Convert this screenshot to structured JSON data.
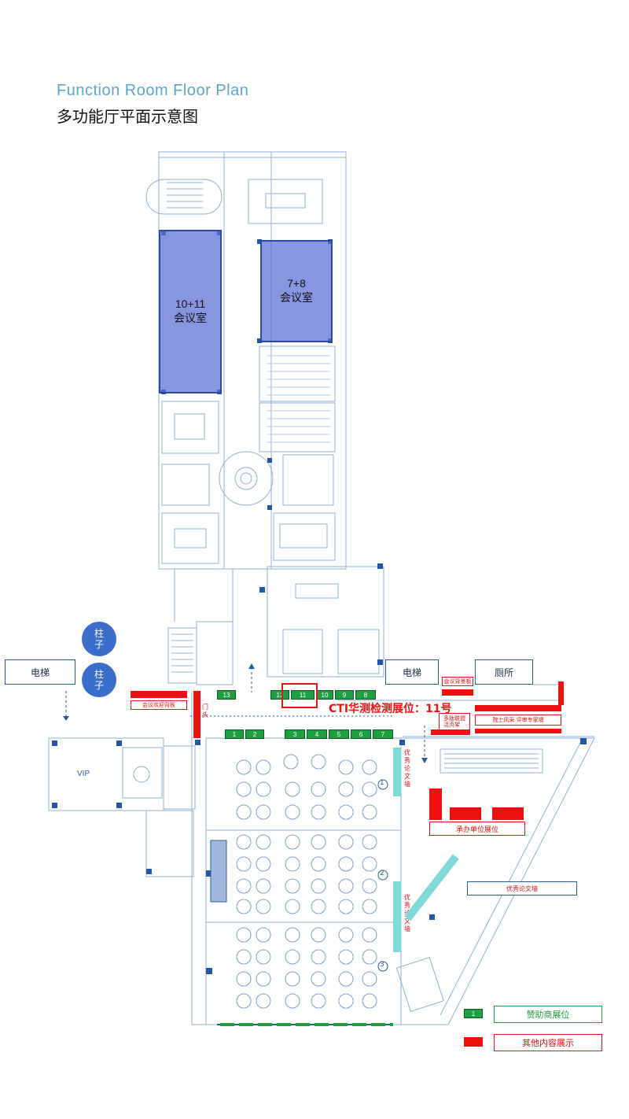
{
  "header": {
    "title_en": "Function Room Floor Plan",
    "title_cn": "多功能厅平面示意图"
  },
  "rooms": {
    "room_10_11": {
      "number": "10+11",
      "name": "会议室"
    },
    "room_7_8": {
      "number": "7+8",
      "name": "会议室"
    },
    "vip": "VIP"
  },
  "labels": {
    "elevator_left": "电梯",
    "elevator_right": "电梯",
    "restroom": "厕所",
    "pillar_1": "柱\n子",
    "pillar_2": "柱\n子",
    "door": "门头",
    "welcome_board": "会议欢迎背板",
    "top_small_sign": "会议背景板",
    "small_sign_2": "多肽联盟\n活页架",
    "expert_wall": "院士风采 评审专家墙",
    "organizer_booth": "承办单位展位",
    "papers_wall_1": "优秀论文墙",
    "papers_wall_2": "优秀论文墙",
    "papers_wall_h": "优秀论文墙",
    "hall_1": "1",
    "hall_2": "2",
    "hall_3": "3"
  },
  "booths": {
    "upper_row": [
      "13",
      "12",
      "11",
      "10",
      "9",
      "8"
    ],
    "lower_row": [
      "1",
      "2",
      "3",
      "4",
      "5",
      "6",
      "7"
    ]
  },
  "callout": {
    "text": "CTI华测检测展位：11号"
  },
  "legend": {
    "sponsor_marker": "1",
    "sponsor_label": "赞助商展位",
    "other_label": "其他内容展示"
  },
  "colors": {
    "sponsor_green": "#1f9e42",
    "highlight_red": "#ee1111",
    "room_blue": "#586ed2",
    "cyan_wall": "#7fd9d6",
    "line_blue": "#2a5a9a"
  }
}
